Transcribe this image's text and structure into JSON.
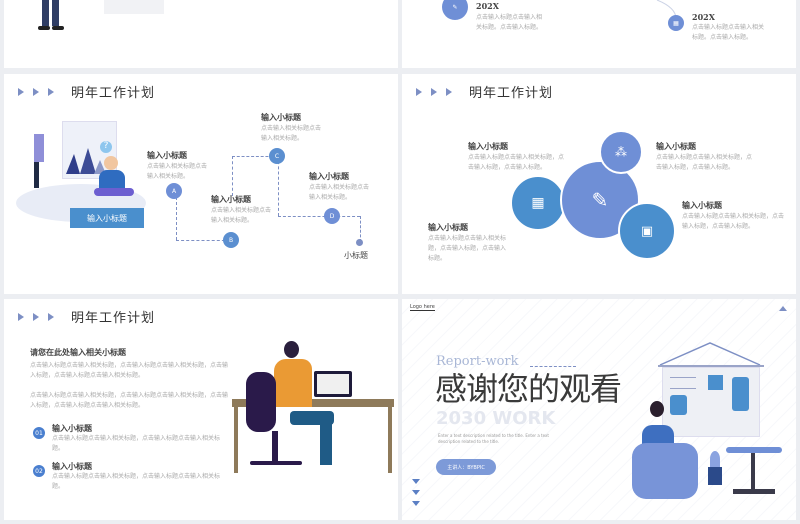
{
  "slide_top_right": {
    "items": [
      {
        "year": "202X",
        "desc": "点击输入标题点击输入相关标题。点击输入标题。"
      },
      {
        "year": "202X",
        "desc": "点击输入标题点击输入相关标题。点击输入标题。"
      }
    ]
  },
  "slide_timeline": {
    "title": "明年工作计划",
    "button": "输入小标题",
    "steps": [
      {
        "letter": "A",
        "title": "输入小标题",
        "desc": "点击输入相关标题点击输入相关标题。"
      },
      {
        "letter": "B",
        "title": "输入小标题",
        "desc": "点击输入相关标题点击输入相关标题。"
      },
      {
        "letter": "C",
        "title": "输入小标题",
        "desc": "点击输入相关标题点击输入相关标题。"
      },
      {
        "letter": "D",
        "title": "输入小标题",
        "desc": "点击输入相关标题点击输入相关标题。"
      }
    ],
    "end_label": "小标题"
  },
  "slide_circles": {
    "title": "明年工作计划",
    "items": [
      {
        "title": "输入小标题",
        "desc": "点击输入标题点击输入相关标题，点击输入标题，点击输入标题。"
      },
      {
        "title": "输入小标题",
        "desc": "点击输入标题点击输入相关标题，点击输入标题，点击输入标题。"
      },
      {
        "title": "输入小标题",
        "desc": "点击输入标题点击输入相关标题，点击输入标题，点击输入标题。"
      },
      {
        "title": "输入小标题",
        "desc": "点击输入标题点击输入相关标题，点击输入标题，点击输入标题。"
      }
    ]
  },
  "slide_desk": {
    "title": "明年工作计划",
    "subtitle": "请您在此处输入相关小标题",
    "paragraphs": [
      "点击输入标题点击输入相关标题，点击输入标题点击输入相关标题，点击输入标题，点击输入标题点击输入相关标题。",
      "点击输入标题点击输入相关标题，点击输入标题点击输入相关标题，点击输入标题，点击输入标题点击输入相关标题。"
    ],
    "items": [
      {
        "num": "01",
        "title": "输入小标题",
        "desc": "点击输入标题点击输入相关标题，点击输入标题点击输入相关标题。"
      },
      {
        "num": "02",
        "title": "输入小标题",
        "desc": "点击输入标题点击输入相关标题，点击输入标题点击输入相关标题。"
      }
    ]
  },
  "slide_thanks": {
    "logo": "Logo here",
    "eyebrow": "Report-work",
    "title": "感谢您的观看",
    "ghost": "2030 WORK",
    "desc": "Enter a text description related to the title. Enter a text description related to the title.",
    "presenter": "主讲人：BYBPIC"
  },
  "colors": {
    "accent": "#5b8fd0",
    "accent2": "#6f8fd6",
    "bg": "#eceef2"
  }
}
